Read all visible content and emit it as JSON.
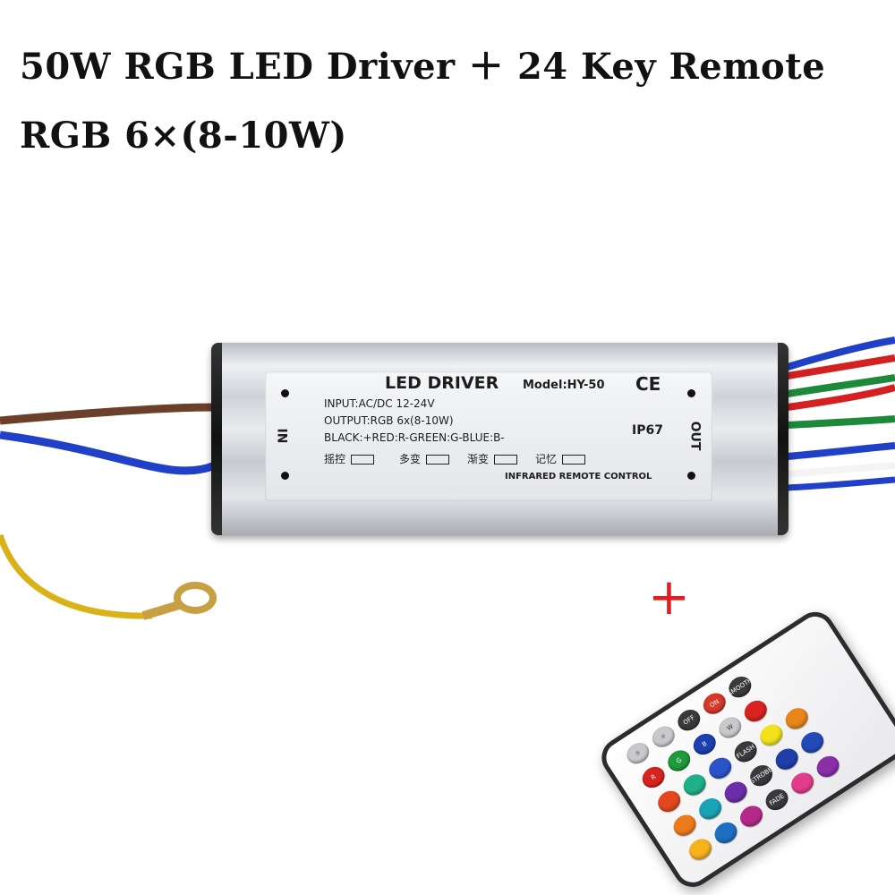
{
  "headline": {
    "line1": "50W RGB LED Driver ＋ 24 Key Remote",
    "line2": "RGB 6×(8-10W)"
  },
  "driver_label": {
    "title": "LED DRIVER",
    "model": "Model:HY-50",
    "ce": "CE",
    "input": "INPUT:AC/DC 12-24V",
    "output": "OUTPUT:RGB 6x(8-10W)",
    "wiring": "BLACK:+RED:R-GREEN:G-BLUE:B-",
    "ip": "IP67",
    "in": "IN",
    "out": "OUT",
    "modes": [
      "摇控",
      "多变",
      "渐变",
      "记忆"
    ],
    "footer": "INFRARED REMOTE CONTROL"
  },
  "plus_sign": "+",
  "remote": {
    "text_buttons": [
      "OFF",
      "ON",
      "W",
      "FLASH",
      "STROBE",
      "FADE",
      "SMOOTH",
      "R",
      "G",
      "B"
    ],
    "colors": {
      "red": "#d8231f",
      "green": "#1f9a3c",
      "blue": "#1d3fb0",
      "white": "#f2f2f2"
    }
  },
  "wire_colors": {
    "brown": "#6b3f2a",
    "blue": "#2040c8",
    "yellow": "#d9b21a",
    "black": "#111111",
    "red": "#d42020",
    "green": "#1c8a3a",
    "white": "#f4f4f4"
  }
}
